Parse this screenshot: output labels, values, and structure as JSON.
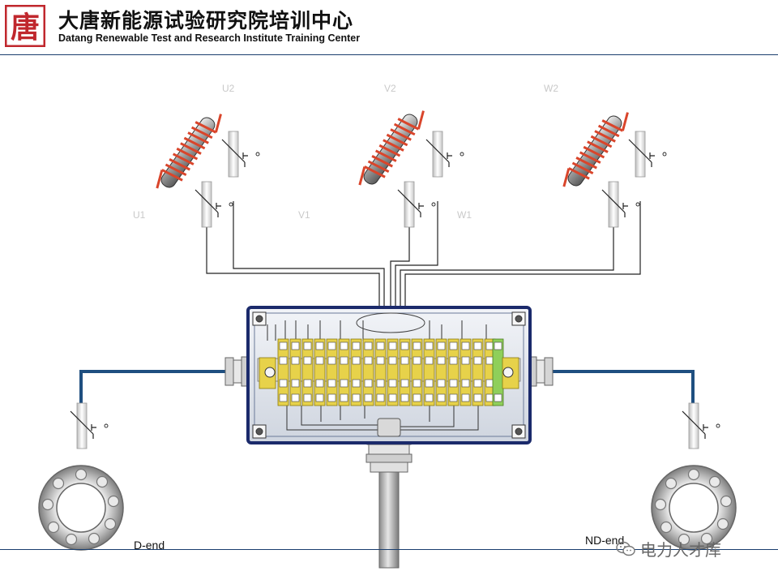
{
  "header": {
    "title_cn": "大唐新能源试验研究院培训中心",
    "title_en": "Datang Renewable Test and Research Institute Training Center",
    "logo_char": "唐"
  },
  "labels": {
    "u2": "U2",
    "v2": "V2",
    "w2": "W2",
    "u1": "U1",
    "v1": "V1",
    "w1": "W1"
  },
  "bearings": {
    "d_end": "D-end",
    "nd_end": "ND-end"
  },
  "watermark": {
    "text": "电力人才库",
    "icon": "wechat-icon"
  },
  "colors": {
    "coil": "#d9452b",
    "box_border": "#1b2a6b",
    "cable": "#1f4f80",
    "terminal": "#e7d24a",
    "terminal_green": "#8fcf5a",
    "brand_red": "#c0272d"
  }
}
